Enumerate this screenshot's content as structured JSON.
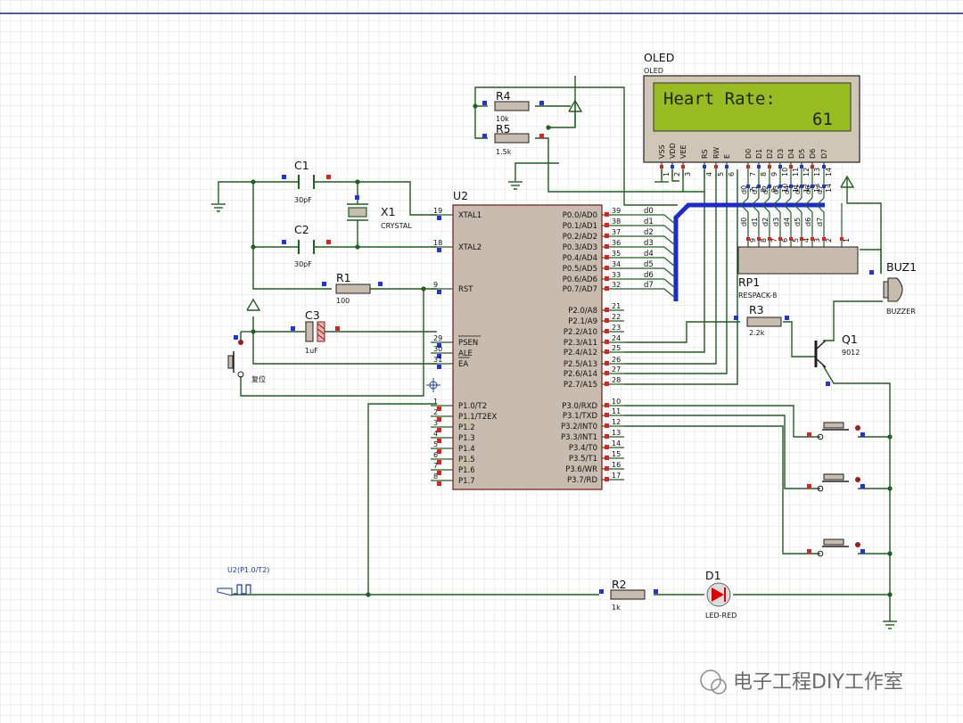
{
  "oled": {
    "ref": "OLED",
    "part": "OLED",
    "line1": "Heart Rate:",
    "line2": "61",
    "pins": [
      "VSS",
      "VDD",
      "VEE",
      "RS",
      "RW",
      "E",
      "D0",
      "D1",
      "D2",
      "D3",
      "D4",
      "D5",
      "D6",
      "D7"
    ],
    "pin_nums": [
      "1",
      "2",
      "3",
      "4",
      "5",
      "6",
      "7",
      "8",
      "9",
      "10",
      "11",
      "12",
      "13",
      "14"
    ]
  },
  "u2": {
    "ref": "U2",
    "left_pins": [
      {
        "num": "19",
        "name": "XTAL1"
      },
      {
        "num": "18",
        "name": "XTAL2"
      },
      {
        "num": "9",
        "name": "RST"
      },
      {
        "num": "29",
        "name": "PSEN"
      },
      {
        "num": "30",
        "name": "ALE"
      },
      {
        "num": "31",
        "name": "EA"
      },
      {
        "num": "1",
        "name": "P1.0/T2"
      },
      {
        "num": "2",
        "name": "P1.1/T2EX"
      },
      {
        "num": "3",
        "name": "P1.2"
      },
      {
        "num": "4",
        "name": "P1.3"
      },
      {
        "num": "5",
        "name": "P1.4"
      },
      {
        "num": "6",
        "name": "P1.5"
      },
      {
        "num": "7",
        "name": "P1.6"
      },
      {
        "num": "8",
        "name": "P1.7"
      }
    ],
    "p0_pins": [
      {
        "num": "39",
        "name": "P0.0/AD0"
      },
      {
        "num": "38",
        "name": "P0.1/AD1"
      },
      {
        "num": "37",
        "name": "P0.2/AD2"
      },
      {
        "num": "36",
        "name": "P0.3/AD3"
      },
      {
        "num": "35",
        "name": "P0.4/AD4"
      },
      {
        "num": "34",
        "name": "P0.5/AD5"
      },
      {
        "num": "33",
        "name": "P0.6/AD6"
      },
      {
        "num": "32",
        "name": "P0.7/AD7"
      }
    ],
    "p2_pins": [
      {
        "num": "21",
        "name": "P2.0/A8"
      },
      {
        "num": "22",
        "name": "P2.1/A9"
      },
      {
        "num": "23",
        "name": "P2.2/A10"
      },
      {
        "num": "24",
        "name": "P2.3/A11"
      },
      {
        "num": "25",
        "name": "P2.4/A12"
      },
      {
        "num": "26",
        "name": "P2.5/A13"
      },
      {
        "num": "27",
        "name": "P2.6/A14"
      },
      {
        "num": "28",
        "name": "P2.7/A15"
      }
    ],
    "p3_pins": [
      {
        "num": "10",
        "name": "P3.0/RXD"
      },
      {
        "num": "11",
        "name": "P3.1/TXD"
      },
      {
        "num": "12",
        "name": "P3.2/INT0"
      },
      {
        "num": "13",
        "name": "P3.3/INT1"
      },
      {
        "num": "14",
        "name": "P3.4/T0"
      },
      {
        "num": "15",
        "name": "P3.5/T1"
      },
      {
        "num": "16",
        "name": "P3.6/WR"
      },
      {
        "num": "17",
        "name": "P3.7/RD"
      }
    ]
  },
  "bus_labels": [
    "d0",
    "d1",
    "d2",
    "d3",
    "d4",
    "d5",
    "d6",
    "d7"
  ],
  "rp1": {
    "ref": "RP1",
    "part": "RESPACK-8",
    "pin_nums_top": [
      "9",
      "8",
      "7",
      "6",
      "5",
      "4",
      "3",
      "2",
      "1"
    ]
  },
  "rp1_oled_pin_nums": [
    "7",
    "8",
    "9",
    "10",
    "11",
    "12",
    "13",
    "14"
  ],
  "components": {
    "c1": {
      "ref": "C1",
      "value": "30pF"
    },
    "c2": {
      "ref": "C2",
      "value": "30pF"
    },
    "c3": {
      "ref": "C3",
      "value": "1uF"
    },
    "x1": {
      "ref": "X1",
      "value": "CRYSTAL"
    },
    "r1": {
      "ref": "R1",
      "value": "100"
    },
    "r2": {
      "ref": "R2",
      "value": "1k"
    },
    "r3": {
      "ref": "R3",
      "value": "2.2k"
    },
    "r4": {
      "ref": "R4",
      "value": "10k"
    },
    "r5": {
      "ref": "R5",
      "value": "1.5k"
    },
    "q1": {
      "ref": "Q1",
      "value": "9012"
    },
    "buz1": {
      "ref": "BUZ1",
      "value": "BUZZER"
    },
    "d1": {
      "ref": "D1",
      "value": "LED-RED"
    },
    "reset": {
      "label": "复位"
    }
  },
  "generator": {
    "label": "U2(P1.0/T2)"
  },
  "watermark": {
    "text": "电子工程DIY工作室"
  },
  "colors": {
    "wire": "#1f5f1f",
    "body": "#c8bcae",
    "body_border": "#7a1414",
    "bus": "#1c2bd1",
    "lcd_bg": "#99bb22",
    "grid": "#dcdcdc"
  }
}
